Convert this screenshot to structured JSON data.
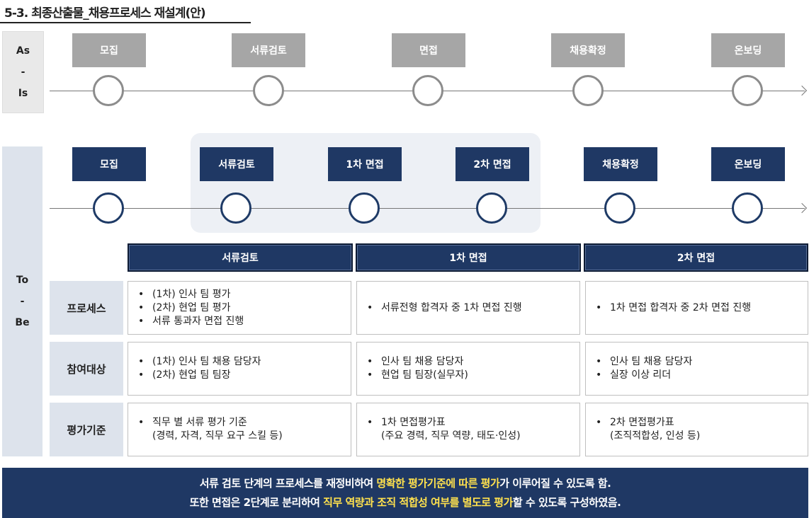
{
  "title": "5-3. 최종산출물_채용프로세스 재설계(안)",
  "asis": {
    "label": [
      "As",
      "-",
      "Is"
    ],
    "steps": [
      "모집",
      "서류검토",
      "면접",
      "채용확정",
      "온보딩"
    ]
  },
  "tobe": {
    "label": [
      "To",
      "-",
      "Be"
    ],
    "steps": [
      "모집",
      "서류검토",
      "1차 면접",
      "2차 면접",
      "채용확정",
      "온보딩"
    ]
  },
  "table": {
    "columns": [
      "서류검토",
      "1차 면접",
      "2차 면접"
    ],
    "rows": [
      {
        "label": "프로세스",
        "cells": [
          [
            "(1차) 인사 팀 평가",
            "(2차) 현업 팀 평가",
            "서류 통과자 면접 진행"
          ],
          [
            "서류전형 합격자 중 1차 면접 진행"
          ],
          [
            "1차 면접 합격자 중 2차 면접 진행"
          ]
        ]
      },
      {
        "label": "참여대상",
        "cells": [
          [
            "(1차) 인사 팀 채용 담당자",
            "(2차) 현업 팀 팀장"
          ],
          [
            "인사 팀 채용 담당자",
            "현업 팀 팀장(실무자)"
          ],
          [
            "인사 팀 채용 담당자",
            "실장 이상 리더"
          ]
        ]
      },
      {
        "label": "평가기준",
        "cells": [
          {
            "bullet": "직무 별 서류 평가 기준",
            "sub": "(경력, 자격, 직무 요구 스킬 등)"
          },
          {
            "bullet": "1차 면접평가표",
            "sub": "(주요 경력, 직무 역량, 태도·인성)"
          },
          {
            "bullet": "2차 면접평가표",
            "sub": "(조직적합성, 인성 등)"
          }
        ]
      }
    ]
  },
  "footer": {
    "line1": {
      "pre": "서류 검토 단계의 프로세스를 재정비하여 ",
      "hl": "명확한 평가기준에 따른 평가",
      "post": "가 이루어질 수 있도록 함."
    },
    "line2": {
      "pre": "또한 면접은 2단계로 분리하여 ",
      "hl": "직무 역량과 조직 적합성 여부를 별도로 평가",
      "post": "할 수 있도록 구성하였음."
    }
  }
}
